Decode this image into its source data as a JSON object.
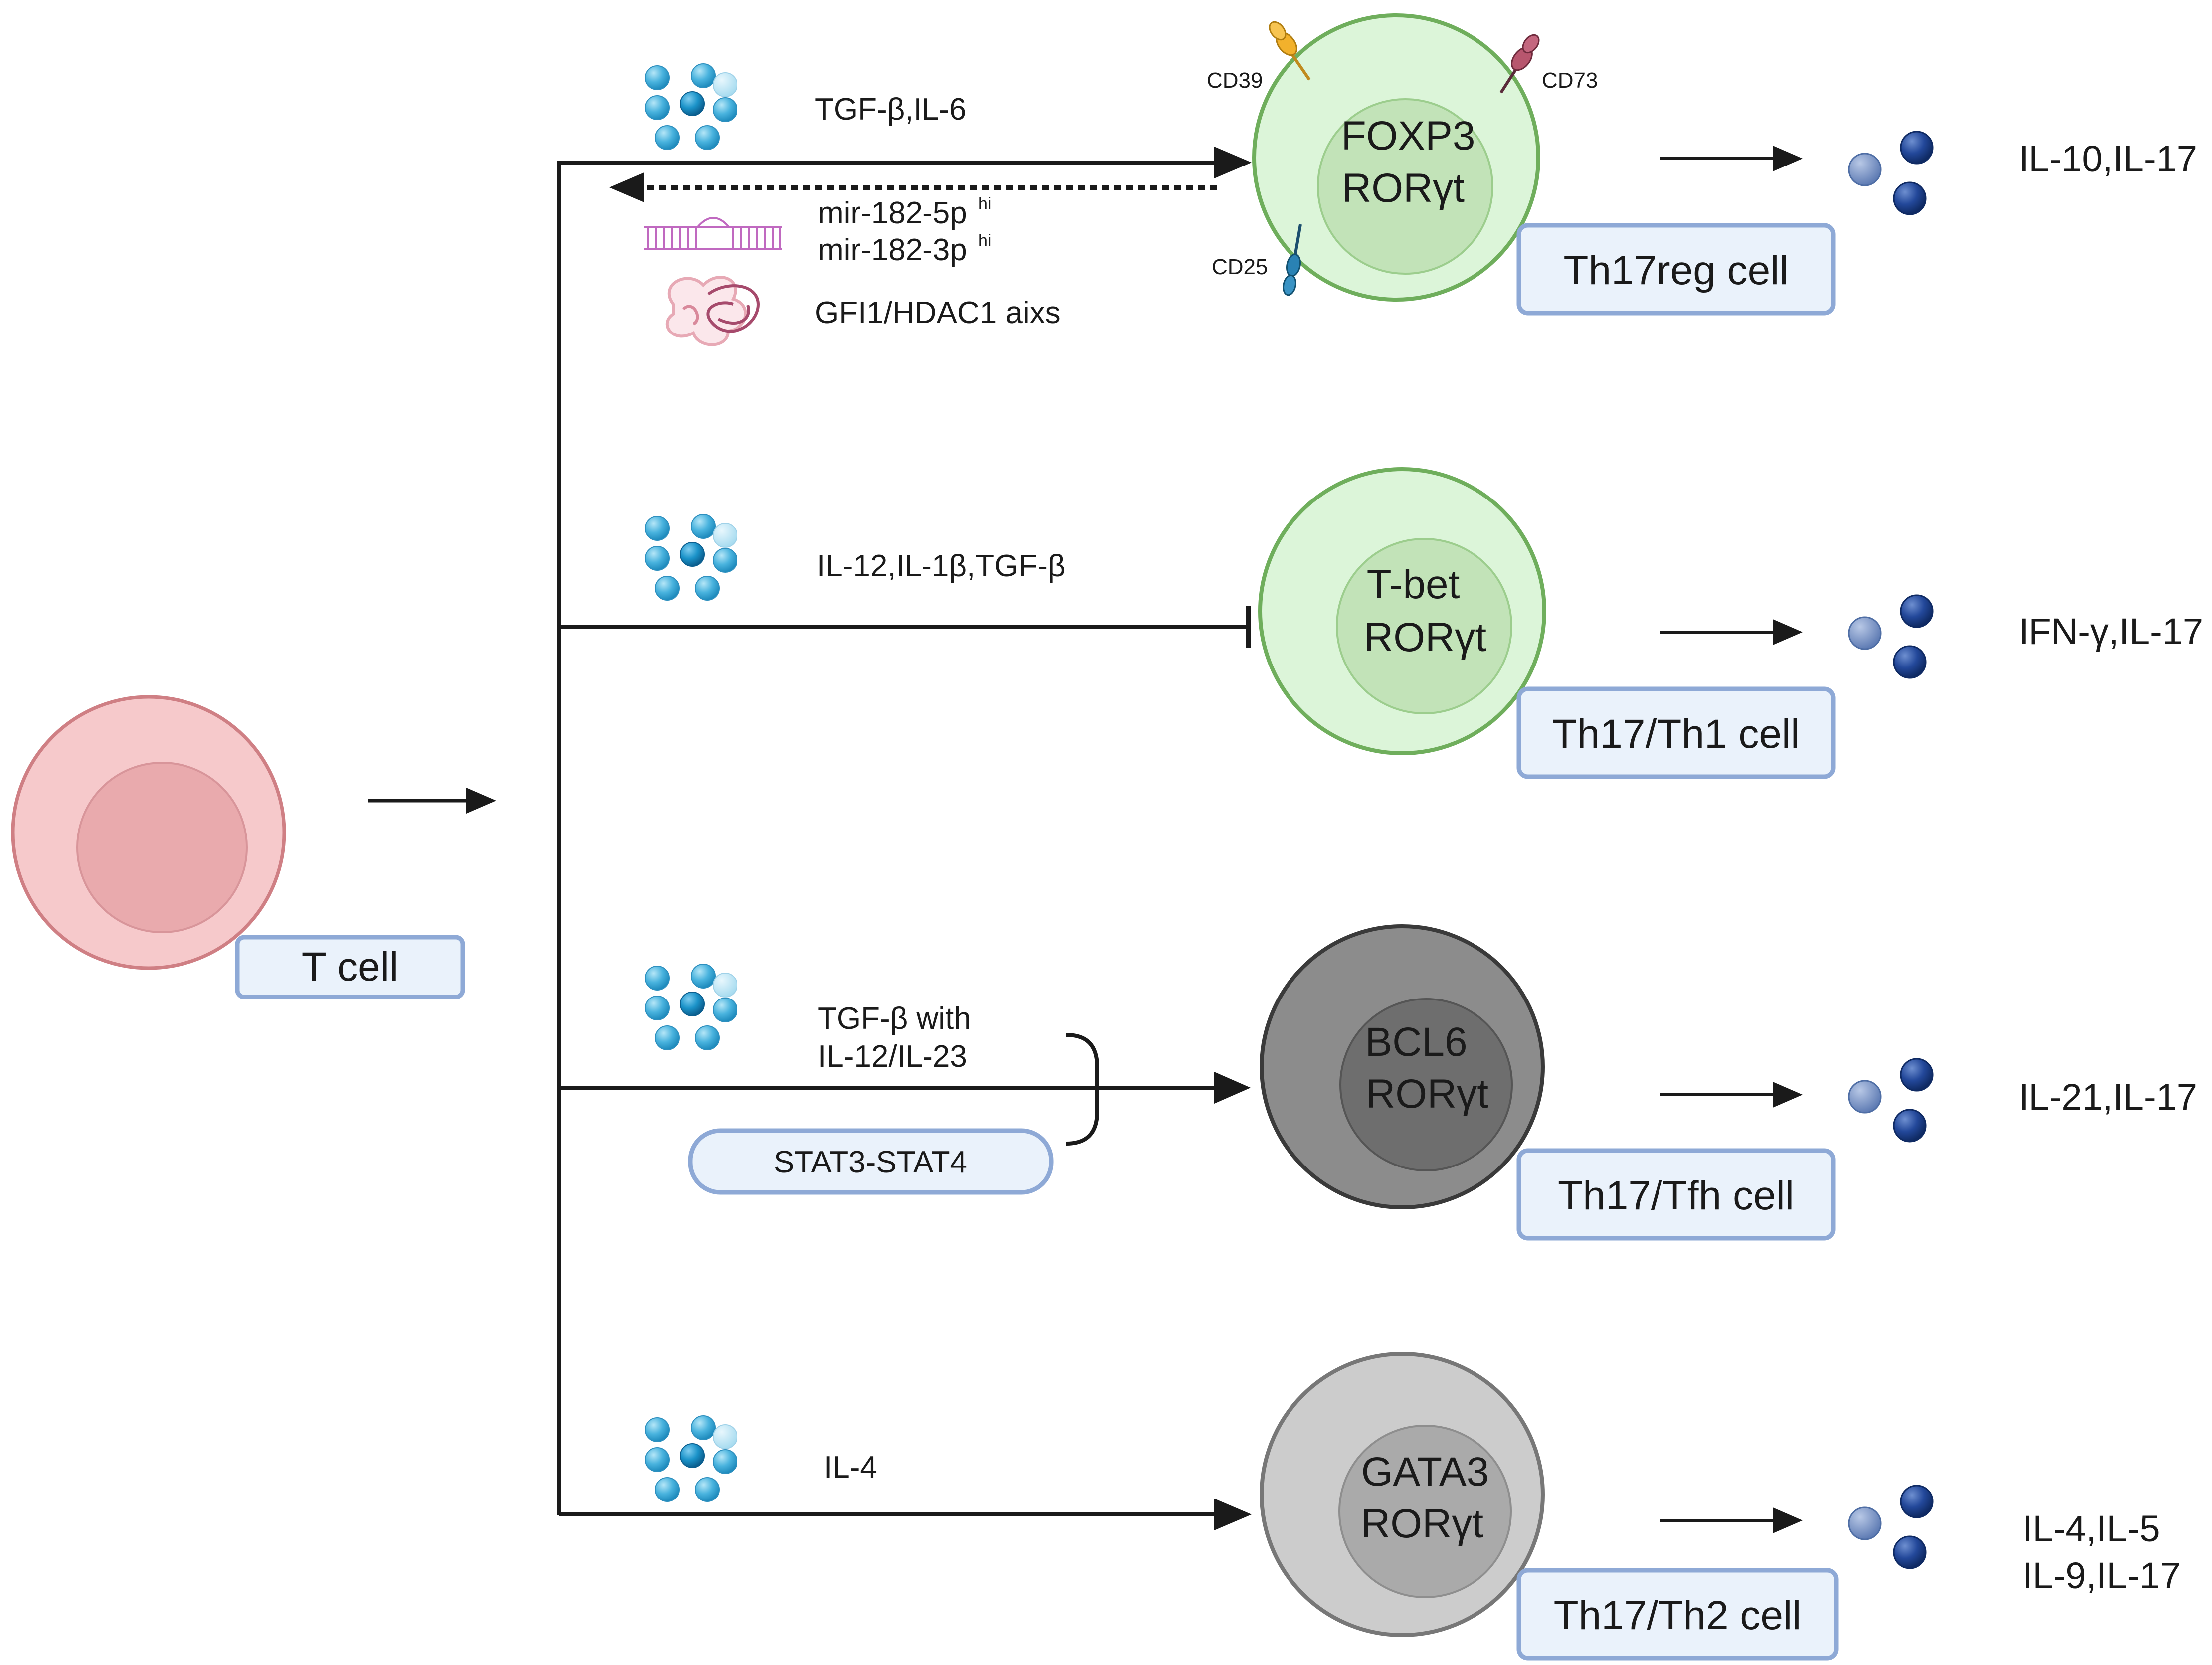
{
  "t_cell": {
    "label": "T cell"
  },
  "branches": [
    {
      "id": "th17reg",
      "signal": "TGF-β,IL-6",
      "extra": {
        "mir1": "mir-182-5p",
        "mir1_sup": "hi",
        "mir2": "mir-182-3p",
        "mir2_sup": "hi",
        "axis": "GFI1/HDAC1 aixs"
      },
      "markers": [
        "CD39",
        "CD73",
        "CD25"
      ],
      "nucleus": [
        "FOXP3",
        "RORγt"
      ],
      "cell_label": "Th17reg cell",
      "outputs": [
        "IL-10,IL-17"
      ],
      "colors": {
        "membrane": "#dcf5d9",
        "stroke": "#6fae5c",
        "nucleus": "#c2e3b8"
      }
    },
    {
      "id": "th17th1",
      "signal": "IL-12,IL-1β,TGF-β",
      "nucleus": [
        "T-bet",
        "RORγt"
      ],
      "cell_label": "Th17/Th1 cell",
      "outputs": [
        "IFN-γ,IL-17"
      ],
      "colors": {
        "membrane": "#dcf5d9",
        "stroke": "#6fae5c",
        "nucleus": "#c2e3b8"
      }
    },
    {
      "id": "th17tfh",
      "signal_line1": "TGF-β with",
      "signal_line2": "IL-12/IL-23",
      "pill": "STAT3-STAT4",
      "nucleus": [
        "BCL6",
        "RORγt"
      ],
      "cell_label": "Th17/Tfh cell",
      "outputs": [
        "IL-21,IL-17"
      ],
      "colors": {
        "membrane": "#8c8c8c",
        "stroke": "#3a3a3a",
        "nucleus": "#6e6e6e"
      }
    },
    {
      "id": "th17th2",
      "signal": "IL-4",
      "nucleus": [
        "GATA3",
        "RORγt"
      ],
      "cell_label": "Th17/Th2 cell",
      "outputs": [
        "IL-4,IL-5",
        "IL-9,IL-17"
      ],
      "colors": {
        "membrane": "#cccccc",
        "stroke": "#777777",
        "nucleus": "#aaaaaa"
      }
    }
  ],
  "colors": {
    "t_cell_membrane": "#f6c9cb",
    "t_cell_stroke": "#cf7f84",
    "t_cell_nucleus": "#e9aaad",
    "label_box_fill": "#eaf2fb",
    "label_box_stroke": "#8ea9d6",
    "line": "#1a1a1a",
    "cytokine_in": "#49b3de",
    "cytokine_out": "#1f4b94",
    "mirna": "#c069c0"
  }
}
